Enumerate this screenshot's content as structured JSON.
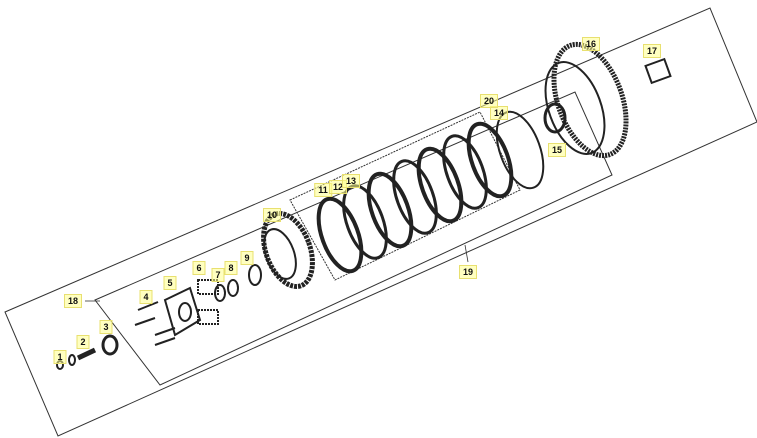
{
  "title": "Clutch assembly exploded diagram",
  "callouts": [
    "1",
    "2",
    "3",
    "4",
    "5",
    "6",
    "7",
    "8",
    "9",
    "10",
    "11",
    "12",
    "13",
    "14",
    "15",
    "16",
    "17",
    "18",
    "19",
    "20"
  ],
  "colors": {
    "highlight": "#fff48c",
    "line": "#222222"
  }
}
